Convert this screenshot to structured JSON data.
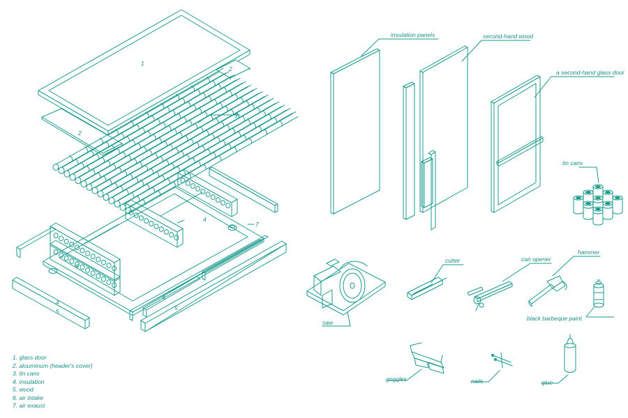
{
  "colors": {
    "line": "#1a9a8e",
    "text": "#1a8f86",
    "background": "#ffffff"
  },
  "parts": {
    "n1": "1",
    "n2a": "2",
    "n2b": "2",
    "n3": "3",
    "n4a": "4",
    "n4b": "4",
    "n5a": "5",
    "n5b": "5",
    "n6": "6",
    "n7": "7"
  },
  "materials": {
    "insulation": "insulation panels",
    "wood": "second-hand  wood",
    "door": "a second-hand  glass door",
    "cans": "tin cans"
  },
  "tools": {
    "saw": "saw",
    "cutter": "cutter",
    "opener": "can opener",
    "hammer": "hammer",
    "paint": "black barbeque paint",
    "goggles": "goggles",
    "nails": "nails",
    "glue": "glue"
  },
  "legend": [
    "1. glass door",
    "2. alouminum (header's cover)",
    "3. tin cans",
    "4. insulation",
    "5. wood",
    "6. air intake",
    "7. air exaust"
  ]
}
